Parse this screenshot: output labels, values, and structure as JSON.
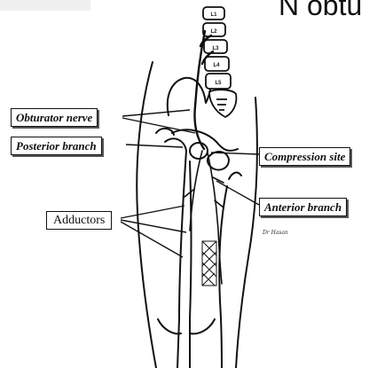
{
  "title_fragment": "N obtu",
  "vertebrae": [
    "L1",
    "L2",
    "L3",
    "L4",
    "L5"
  ],
  "labels": {
    "obturator_nerve": "Obturator nerve",
    "posterior_branch": "Posterior branch",
    "compression_site": "Compression site",
    "anterior_branch": "Anterior branch",
    "adductors": "Adductors"
  },
  "signature": "Dr Hasan",
  "colors": {
    "ink": "#111111",
    "background": "#ffffff"
  }
}
